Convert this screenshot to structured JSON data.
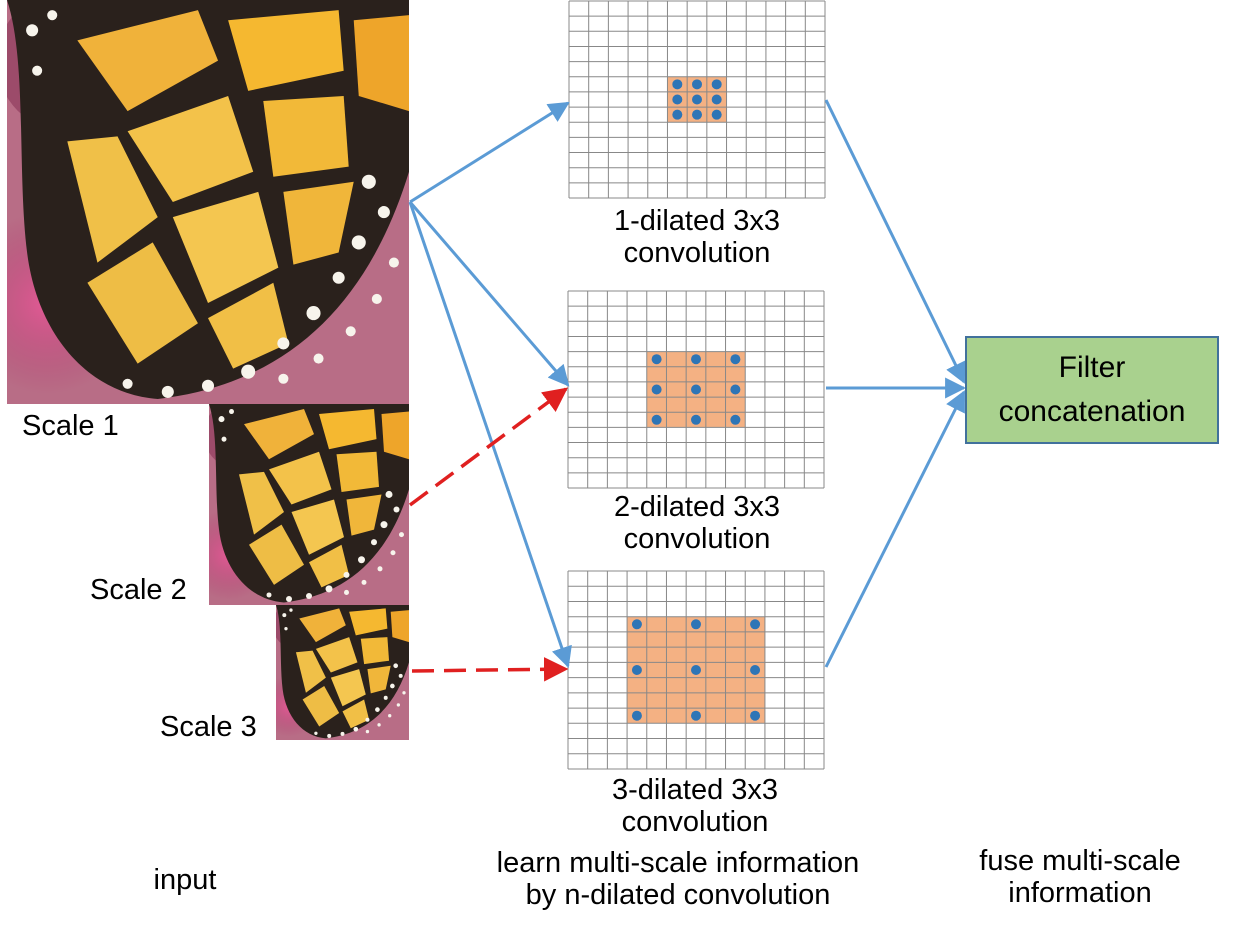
{
  "scales": [
    {
      "label": "Scale 1"
    },
    {
      "label": "Scale 2"
    },
    {
      "label": "Scale 3"
    }
  ],
  "convolutions": [
    {
      "line1": "1-dilated 3x3",
      "line2": "convolution",
      "dilation": 1
    },
    {
      "line1": "2-dilated 3x3",
      "line2": "convolution",
      "dilation": 2
    },
    {
      "line1": "3-dilated 3x3",
      "line2": "convolution",
      "dilation": 3
    }
  ],
  "fusion_box": {
    "line1": "Filter",
    "line2": "concatenation"
  },
  "captions": {
    "input": "input",
    "learn_line1": "learn multi-scale information",
    "learn_line2": "by n-dilated convolution",
    "fuse_line1": "fuse multi-scale",
    "fuse_line2": "information"
  },
  "colors": {
    "arrow_solid": "#5b9bd5",
    "arrow_dashed": "#e02020",
    "receptive_field": "#f4b183",
    "kernel_dot": "#2e75b6",
    "grid_line": "#888888",
    "box_fill": "#a9d18e",
    "box_border": "#41719c"
  }
}
